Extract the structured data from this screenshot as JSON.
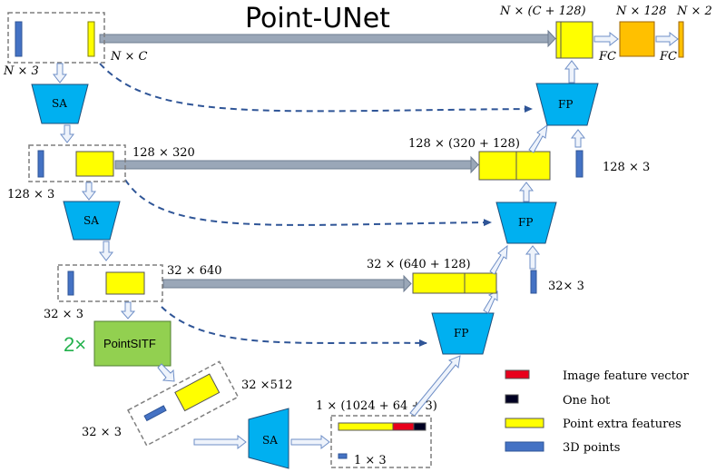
{
  "title": "Point-UNet",
  "modules": {
    "sa": "SA",
    "fp": "FP",
    "pointsitf": "PointSITF",
    "repeat": "2×",
    "fc": "FC"
  },
  "dims": {
    "n_c_128": "N × (C + 128)",
    "n_128": "N × 128",
    "n_2": "N × 2",
    "n_3": "N × 3",
    "n_c": "N × C",
    "d128_320": "128 × 320",
    "d128_320_128": "128 × (320 + 128)",
    "d128_3_right": "128 × 3",
    "d128_3_left": "128 × 3",
    "d32_640": "32 × 640",
    "d32_640_128": "32 × (640 + 128)",
    "d32_3_right": "32× 3",
    "d32_3_left": "32 × 3",
    "d32_512": "32 ×512",
    "d32_3_tilt": "32 × 3",
    "d1_full": "1 × (1024 + 64 + 3)",
    "d1_3": "1 × 3"
  },
  "legend": [
    {
      "label": "Image feature vector",
      "color": "#e8001c"
    },
    {
      "label": "One hot",
      "color": "#000022"
    },
    {
      "label": "Point extra features",
      "color": "#ffff00"
    },
    {
      "label": "3D points",
      "color": "#4472c4"
    }
  ],
  "colors": {
    "module": "#00b0f0",
    "feature": "#ffff00",
    "points": "#4472c4",
    "sitf": "#92d050",
    "fc_out": "#ffc000",
    "arrow": "#9aa7b8",
    "skip": "#2f5597"
  }
}
